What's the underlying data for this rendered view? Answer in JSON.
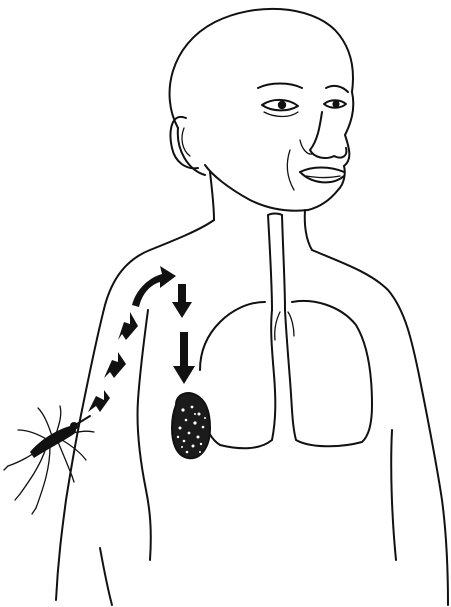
{
  "figure": {
    "background_color": "#ffffff",
    "line_color": "#111111",
    "elements": [
      {
        "name": "human-figure",
        "icon": "person-outline-icon"
      },
      {
        "name": "mosquito",
        "icon": "mosquito-icon"
      },
      {
        "name": "parasite-path-arrows",
        "icon": "dashed-arrow-icon",
        "count": 6
      },
      {
        "name": "heart",
        "icon": "heart-icon"
      },
      {
        "name": "lungs",
        "icon": "lungs-icon"
      },
      {
        "name": "trachea",
        "icon": "trachea-icon"
      }
    ]
  }
}
